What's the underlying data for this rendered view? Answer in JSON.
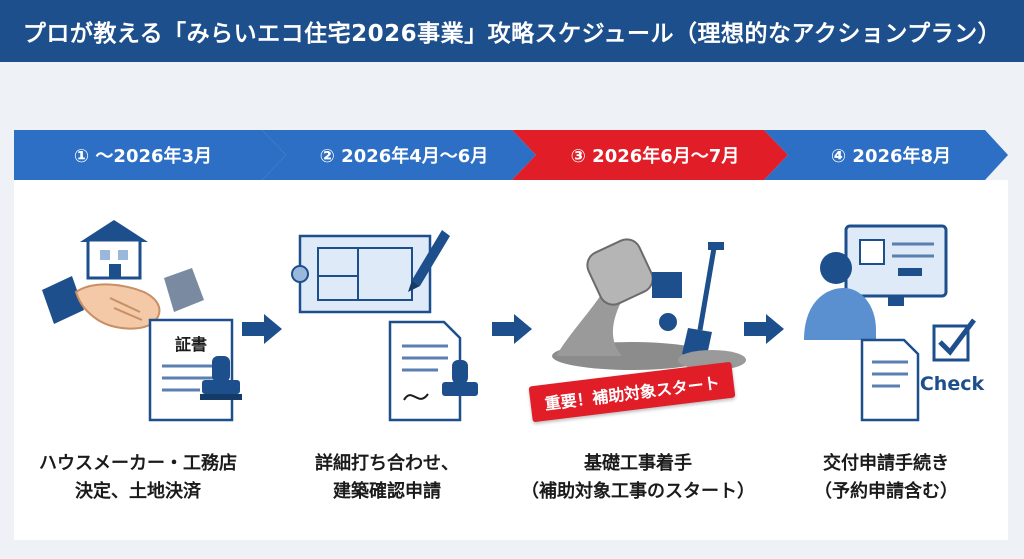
{
  "title": "プロが教える「みらいエコ住宅2026事業」攻略スケジュール（理想的なアクションプラン）",
  "colors": {
    "header": "#1d4f8c",
    "stage_blue": "#2c6fc4",
    "stage_red": "#e11d27",
    "accent": "#1d4f8c"
  },
  "stages": [
    {
      "header": "① 〜2026年3月",
      "label_lines": [
        "ハウスメーカー・工務店",
        "決定、土地決済"
      ],
      "illustration_text": "証書",
      "icons": [
        "house-icon",
        "handshake-icon",
        "certificate-icon",
        "stamp-icon"
      ]
    },
    {
      "header": "② 2026年4月〜6月",
      "label_lines": [
        "詳細打ち合わせ、",
        "建築確認申請"
      ],
      "icons": [
        "blueprint-icon",
        "pen-icon",
        "document-icon",
        "stamp-icon"
      ]
    },
    {
      "header": "③ 2026年6月〜7月",
      "label_lines": [
        "基礎工事着手",
        "（補助対象工事のスタート）"
      ],
      "badge": "重要！補助対象スタート",
      "icons": [
        "cement-mixer-icon",
        "shovel-icon"
      ]
    },
    {
      "header": "④ 2026年8月",
      "label_lines": [
        "交付申請手続き",
        "（予約申請含む）"
      ],
      "illustration_text": "Check",
      "icons": [
        "computer-user-icon",
        "document-icon",
        "checkbox-icon"
      ]
    }
  ]
}
